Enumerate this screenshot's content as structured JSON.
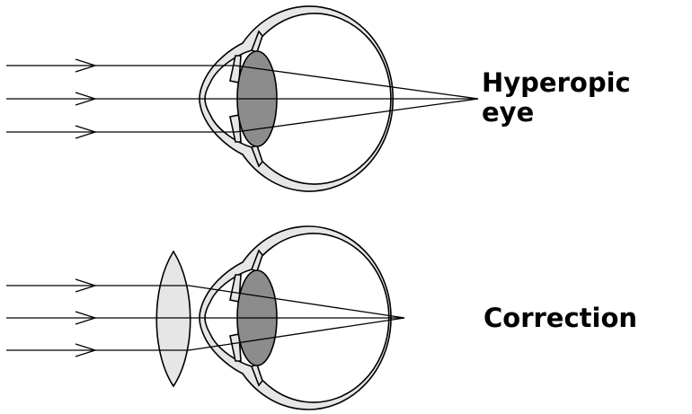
{
  "labels": {
    "hyperopic_line1": "Hyperopic",
    "hyperopic_line2": "eye",
    "correction": "Correction"
  },
  "colors": {
    "outline": "#000000",
    "sclera_fill": "#e6e6e6",
    "lens_fill": "#8c8c8c",
    "corrective_lens_fill": "#e6e6e6",
    "background": "#ffffff"
  },
  "icons": {
    "ray_arrow": "open-arrowhead"
  }
}
